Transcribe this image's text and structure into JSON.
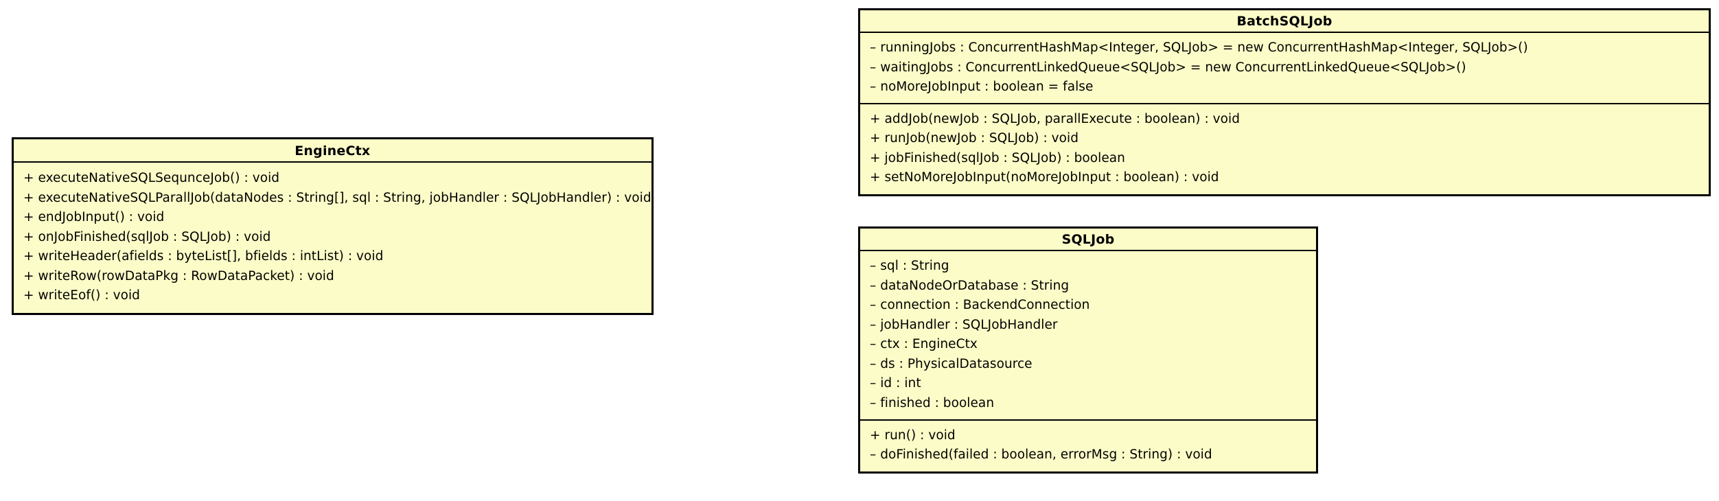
{
  "diagram": {
    "type": "uml-class-diagram",
    "background": "#ffffff",
    "class_fill": "#fcfcc8",
    "border_color": "#000000",
    "text_color": "#000000"
  },
  "classes": [
    {
      "id": "engine-ctx",
      "name": "EngineCtx",
      "attributes": [],
      "operations": [
        "+ executeNativeSQLSequnceJob() : void",
        "+ executeNativeSQLParallJob(dataNodes : String[], sql : String, jobHandler : SQLJobHandler) : void",
        "+ endJobInput() : void",
        "+ onJobFinished(sqlJob : SQLJob) : void",
        "+ writeHeader(afields : byteList[], bfields : intList) : void",
        "+ writeRow(rowDataPkg : RowDataPacket) : void",
        "+ writeEof() : void"
      ]
    },
    {
      "id": "batch-sql-job",
      "name": "BatchSQLJob",
      "attributes": [
        "– runningJobs : ConcurrentHashMap<Integer, SQLJob> = new ConcurrentHashMap<Integer, SQLJob>()",
        "– waitingJobs : ConcurrentLinkedQueue<SQLJob> = new ConcurrentLinkedQueue<SQLJob>()",
        "– noMoreJobInput : boolean = false"
      ],
      "operations": [
        "+ addJob(newJob : SQLJob, parallExecute : boolean) : void",
        "+ runJob(newJob : SQLJob) : void",
        "+ jobFinished(sqlJob : SQLJob) : boolean",
        "+ setNoMoreJobInput(noMoreJobInput : boolean) : void"
      ]
    },
    {
      "id": "sql-job",
      "name": "SQLJob",
      "attributes": [
        "– sql : String",
        "– dataNodeOrDatabase : String",
        "– connection : BackendConnection",
        "– jobHandler : SQLJobHandler",
        "– ctx : EngineCtx",
        "– ds : PhysicalDatasource",
        "– id : int",
        "– finished : boolean"
      ],
      "operations": [
        "+ run() : void",
        "– doFinished(failed : boolean, errorMsg : String) : void"
      ]
    }
  ]
}
